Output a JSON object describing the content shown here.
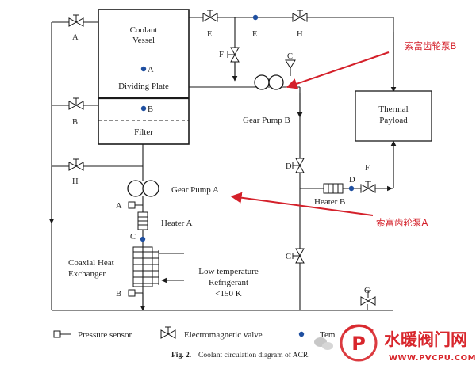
{
  "diagram": {
    "vessel": {
      "title_line1": "Coolant",
      "title_line2": "Vessel",
      "point_a": "A",
      "dividing_plate": "Dividing Plate",
      "point_b": "B",
      "filter": "Filter"
    },
    "valves": {
      "a": "A",
      "b": "B",
      "h_left": "H",
      "e_top": "E",
      "e_sensor": "E",
      "h_top": "H",
      "f_top": "F",
      "c_top": "C",
      "d_right": "D",
      "d_heater": "D",
      "f_heater": "F",
      "c_right": "C",
      "g": "G",
      "a_pump": "A",
      "c_heater": "C",
      "b_bottom": "B"
    },
    "components": {
      "gear_pump_b": "Gear Pump B",
      "gear_pump_a": "Gear Pump A",
      "heater_a": "Heater A",
      "heater_b": "Heater B",
      "thermal_line1": "Thermal",
      "thermal_line2": "Payload",
      "coaxial_line1": "Coaxial Heat",
      "coaxial_line2": "Exchanger",
      "refrig_line1": "Low temperature",
      "refrig_line2": "Refrigerant",
      "refrig_line3": "<150 K"
    },
    "annotations": {
      "pump_b_cn": "索富齿轮泵B",
      "pump_a_cn": "索富齿轮泵A"
    },
    "legend": {
      "pressure_sensor": "Pressure sensor",
      "em_valve": "Electromagnetic valve",
      "temp_sensor": "Tem"
    },
    "caption": {
      "fig": "Fig. 2.",
      "text": "Coolant circulation diagram of ACR."
    },
    "watermark": {
      "title": "水暖阀门网",
      "url": "WWW.PVCPU.COM",
      "logo_letter": "P"
    },
    "colors": {
      "line": "#1a1a1a",
      "sensor_dot": "#1f4fa0",
      "annotation_red": "#d4202a",
      "watermark_red": "#d8262c"
    }
  }
}
